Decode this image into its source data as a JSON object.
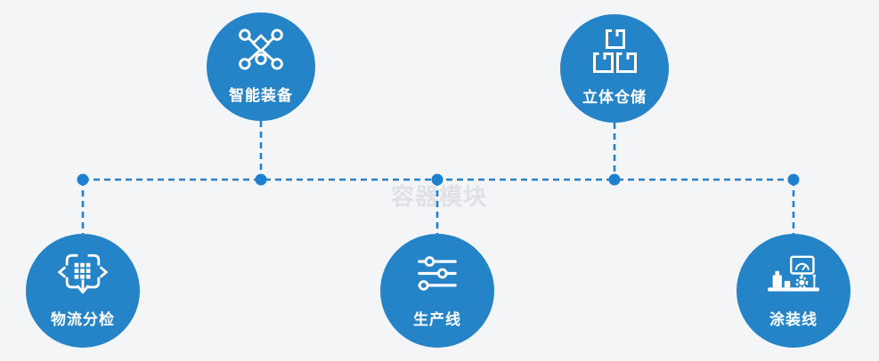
{
  "watermark": "容器模块",
  "colors": {
    "background": "#f4f5f6",
    "node_blue": "#2584c7",
    "connector_blue": "#2381cd",
    "dot_blue": "#1e80d1",
    "watermark_gray": "#dfe1e5",
    "label_white": "#ffffff"
  },
  "nodes": [
    {
      "label": "智能装备",
      "icon": "network-nodes-icon"
    },
    {
      "label": "立体仓储",
      "icon": "stacked-boxes-icon"
    },
    {
      "label": "物流分检",
      "icon": "dispatch-arrows-icon"
    },
    {
      "label": "生产线",
      "icon": "sliders-icon"
    },
    {
      "label": "涂装线",
      "icon": "coating-machine-icon"
    }
  ]
}
